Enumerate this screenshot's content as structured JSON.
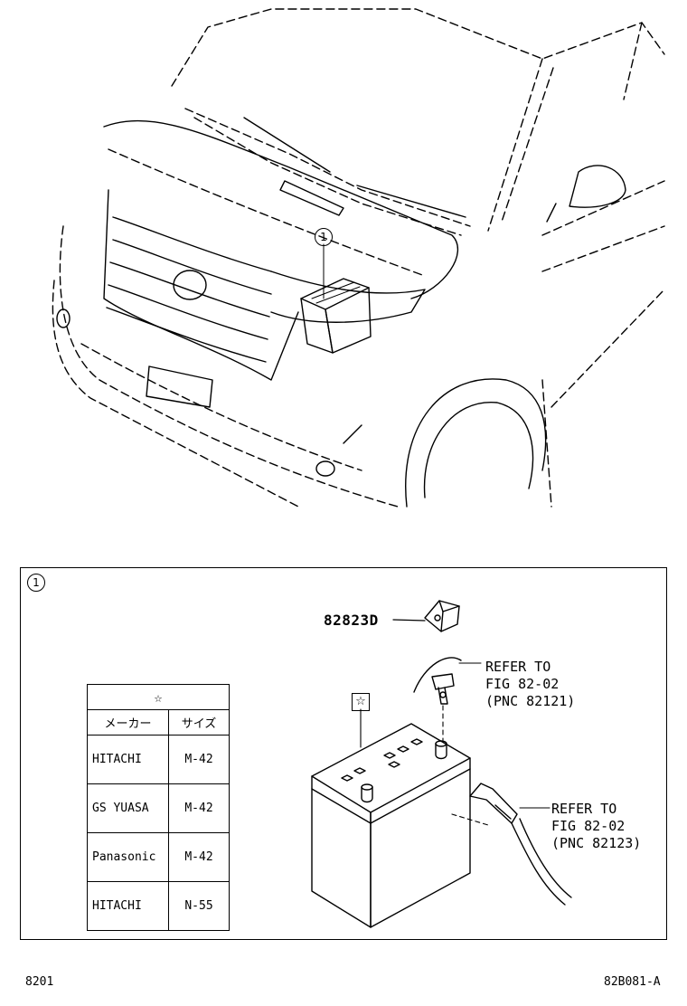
{
  "callouts": {
    "item_marker": "1",
    "detail_marker": "1",
    "star_marker": "☆"
  },
  "parts": {
    "part_1": "82823D"
  },
  "references": [
    {
      "line1": "REFER TO",
      "line2": "FIG 82-02",
      "line3": "(PNC 82121)"
    },
    {
      "line1": "REFER TO",
      "line2": "FIG 82-02",
      "line3": "(PNC 82123)"
    }
  ],
  "spec_table": {
    "header_star": "☆",
    "col_maker": "メーカー",
    "col_size": "サイズ",
    "rows": [
      {
        "maker": "HITACHI",
        "size": "M-42"
      },
      {
        "maker": "GS YUASA",
        "size": "M-42"
      },
      {
        "maker": "Panasonic",
        "size": "M-42"
      },
      {
        "maker": "HITACHI",
        "size": "N-55"
      }
    ]
  },
  "footer": {
    "page_code": "8201",
    "figure_code": "82B081-A"
  },
  "icons": {
    "car": "car-front-illustration-icon",
    "battery": "battery-icon",
    "clamp": "battery-clamp-icon",
    "cable": "battery-cable-icon"
  }
}
